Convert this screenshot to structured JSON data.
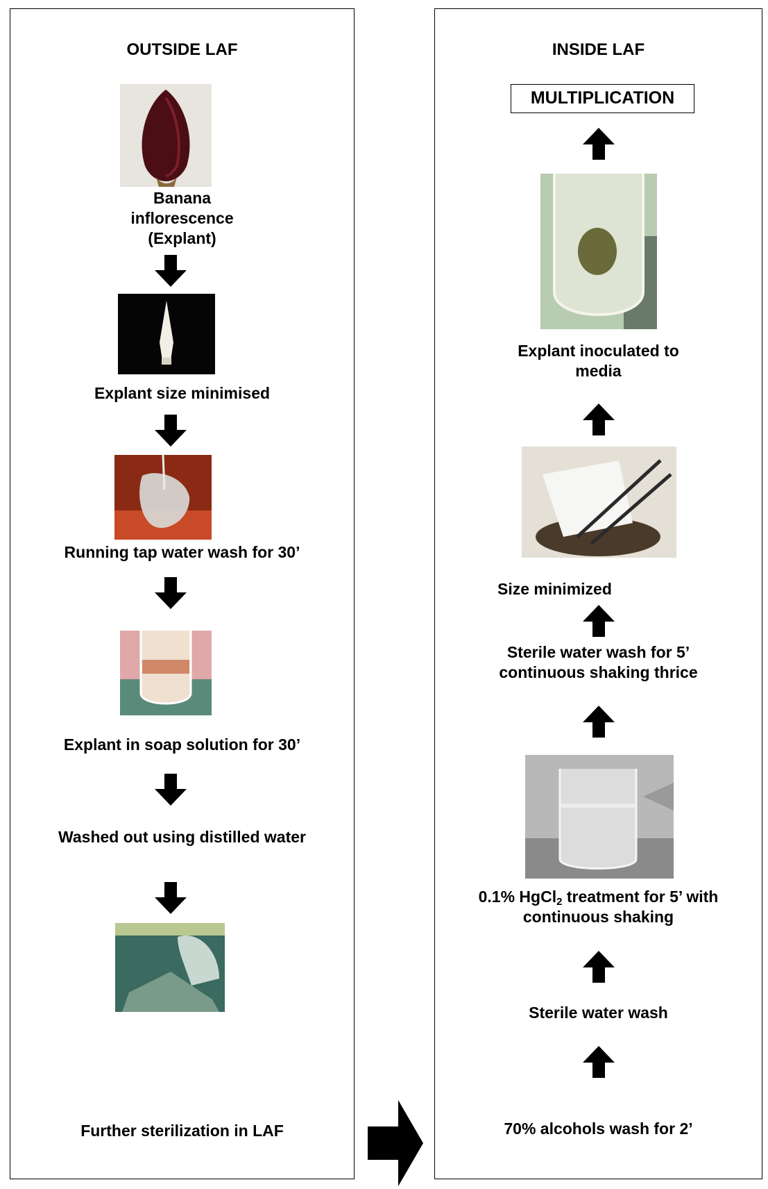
{
  "left": {
    "header": "OUTSIDE LAF",
    "step1": [
      "Banana",
      "inflorescence",
      "(Explant)"
    ],
    "step2": "Explant size minimised",
    "step3": "Running tap water wash for 30’",
    "step4": "Explant in soap solution for 30’",
    "step5": "Washed out using distilled water",
    "step6": "Further sterilization in LAF"
  },
  "right": {
    "header": "INSIDE LAF",
    "result": "MULTIPLICATION",
    "step_inoculate": [
      "Explant inoculated to",
      "media"
    ],
    "step_size": "Size minimized",
    "step_sterile3": [
      "Sterile water wash for 5’",
      "continuous shaking thrice"
    ],
    "step_hgcl2": {
      "line1_prefix": "0.1% HgCl",
      "line1_sub": "2",
      "line1_suffix": " treatment for 5’ with",
      "line2": "continuous shaking"
    },
    "step_sterile": "Sterile water wash",
    "step_alcohol": "70% alcohols wash for 2’"
  },
  "colors": {
    "arrow": "#000000",
    "border": "#000000"
  }
}
